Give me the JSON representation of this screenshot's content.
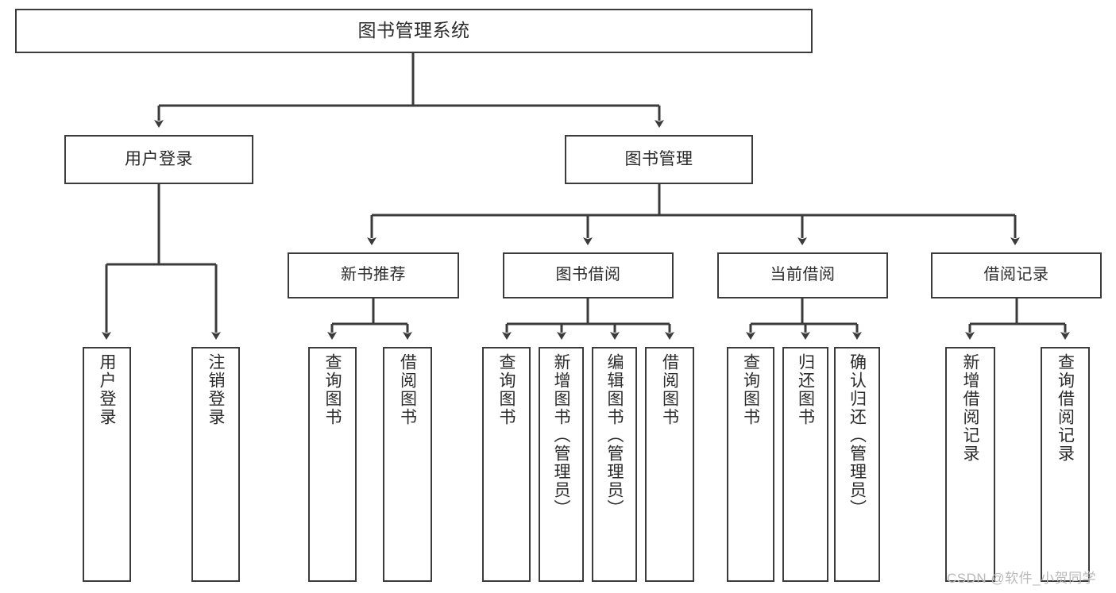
{
  "diagram": {
    "title": "图书管理系统",
    "type": "tree",
    "stroke_color": "#3b3b3b",
    "text_color": "#2b2b2b",
    "background_color": "#ffffff",
    "watermark": "CSDN @软件_小贺同学"
  },
  "tier2": {
    "user_login": "用户登录",
    "book_manage": "图书管理"
  },
  "tier3": {
    "new_book_recommend": "新书推荐",
    "book_borrow": "图书借阅",
    "current_borrow": "当前借阅",
    "borrow_record": "借阅记录"
  },
  "leaves": {
    "user_login": "用户登录",
    "logout": "注销登录",
    "query_book_1": "查询图书",
    "borrow_book_1": "借阅图书",
    "query_book_2": "查询图书",
    "add_book": "新增图书（管理员）",
    "edit_book": "编辑图书（管理员）",
    "borrow_book_2": "借阅图书",
    "query_book_3": "查询图书",
    "return_book": "归还图书",
    "confirm_return": "确认归还（管理员）",
    "add_borrow_record": "新增借阅记录",
    "query_borrow_record": "查询借阅记录"
  }
}
